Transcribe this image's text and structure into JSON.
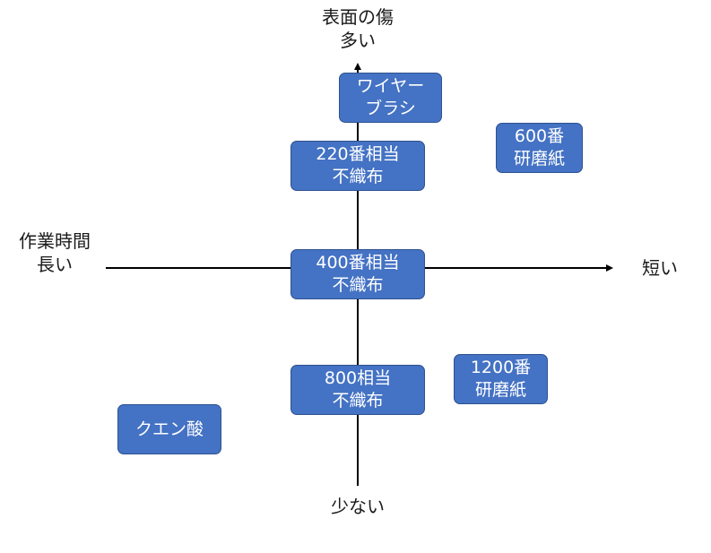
{
  "axes": {
    "top_label": [
      "表面の傷",
      "多い"
    ],
    "bottom_label": [
      "少ない"
    ],
    "left_label": [
      "作業時間",
      "長い"
    ],
    "right_label": [
      "短い"
    ]
  },
  "items": [
    {
      "id": "wire-brush",
      "lines": [
        "ワイヤー",
        "ブラシ"
      ]
    },
    {
      "id": "nonwoven-220",
      "lines": [
        "220番相当",
        "不織布"
      ]
    },
    {
      "id": "sandpaper-600",
      "lines": [
        "600番",
        "研磨紙"
      ]
    },
    {
      "id": "nonwoven-400",
      "lines": [
        "400番相当",
        "不織布"
      ]
    },
    {
      "id": "nonwoven-800",
      "lines": [
        "800相当",
        "不織布"
      ]
    },
    {
      "id": "sandpaper-1200",
      "lines": [
        "1200番",
        "研磨紙"
      ]
    },
    {
      "id": "citric-acid",
      "lines": [
        "クエン酸"
      ]
    }
  ],
  "colors": {
    "box_fill": "#4472c4",
    "box_border": "#2f528f",
    "axis": "#000000"
  }
}
